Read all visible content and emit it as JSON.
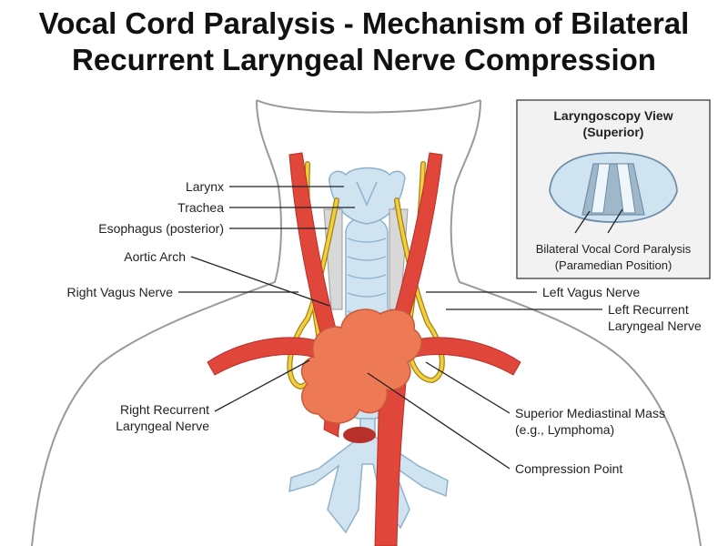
{
  "title": {
    "line1": "Vocal Cord Paralysis - Mechanism of Bilateral",
    "line2": "Recurrent Laryngeal Nerve Compression"
  },
  "labels": {
    "larynx": "Larynx",
    "trachea": "Trachea",
    "esophagus": "Esophagus (posterior)",
    "aortic_arch": "Aortic Arch",
    "right_vagus": "Right Vagus Nerve",
    "left_vagus": "Left Vagus Nerve",
    "left_rln_line1": "Left Recurrent",
    "left_rln_line2": "Laryngeal Nerve",
    "right_rln_line1": "Right Recurrent",
    "right_rln_line2": "Laryngeal Nerve",
    "mass_line1": "Superior Mediastinal Mass",
    "mass_line2": "(e.g., Lymphoma)",
    "compression_point": "Compression Point"
  },
  "inset": {
    "title_line1": "Laryngoscopy View",
    "title_line2": "(Superior)",
    "caption_line1": "Bilateral Vocal Cord Paralysis",
    "caption_line2": "(Paramedian Position)"
  },
  "colors": {
    "artery": "#e0463a",
    "artery_dark": "#b8302a",
    "nerve": "#f3cf3e",
    "airway": "#cfe3f1",
    "mass": "#ee7a55",
    "skin_outline": "#9a9a9a"
  }
}
